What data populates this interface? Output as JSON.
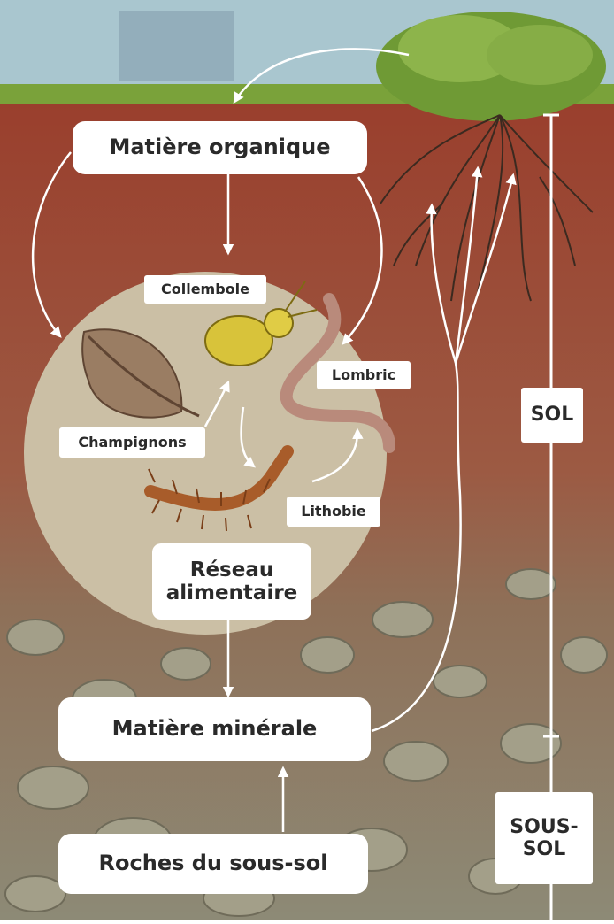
{
  "labels": {
    "organic_matter": "Matière organique",
    "springtail": "Collembole",
    "earthworm": "Lombric",
    "fungi": "Champignons",
    "centipede": "Lithobie",
    "food_web": "Réseau\nalimentaire",
    "mineral_matter": "Matière minérale",
    "bedrock": "Roches du sous-sol",
    "soil": "SOL",
    "subsoil": "SOUS-\nSOL"
  },
  "colors": {
    "sky": "#a9c6cf",
    "grass": "#7aa23a",
    "topsoil": "#9a3f2d",
    "deep_soil": "#8c5a3e",
    "rock_layer": "#8d8a76",
    "food_web_circle": "#cbbfa5",
    "arrow": "#ffffff",
    "label_text": "#2a2a2a"
  }
}
